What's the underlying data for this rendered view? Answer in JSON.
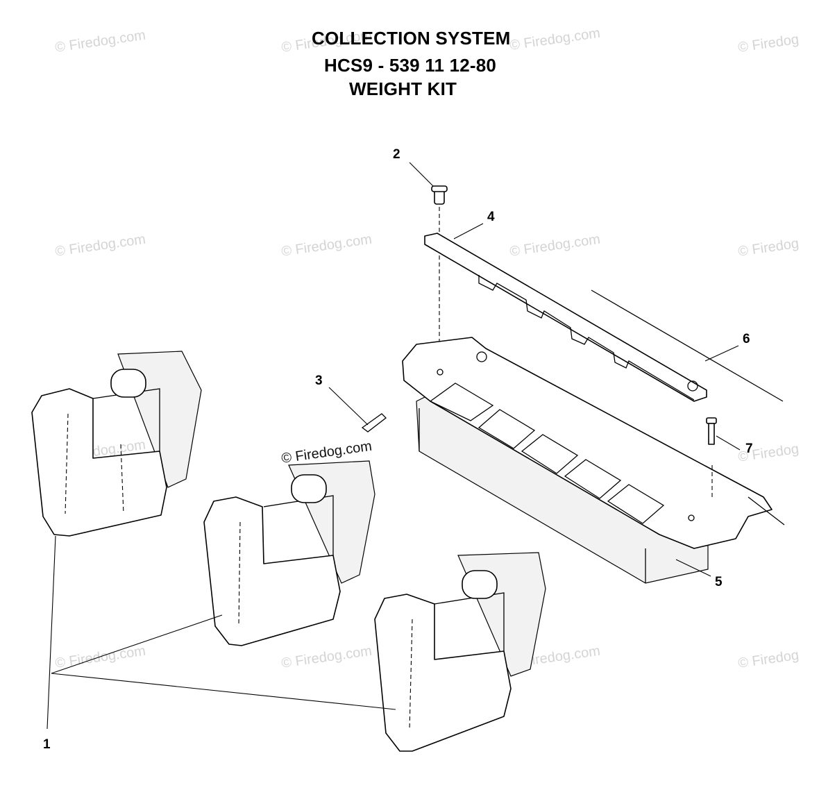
{
  "title": {
    "line1": "COLLECTION SYSTEM",
    "line2": "HCS9 - 539 11 12-80",
    "line3": "WEIGHT KIT"
  },
  "callouts": {
    "c1": "1",
    "c2": "2",
    "c3": "3",
    "c4": "4",
    "c5": "5",
    "c6": "6",
    "c7": "7"
  },
  "watermark": {
    "text": "© Firedog.com",
    "short": "© Firedog"
  }
}
